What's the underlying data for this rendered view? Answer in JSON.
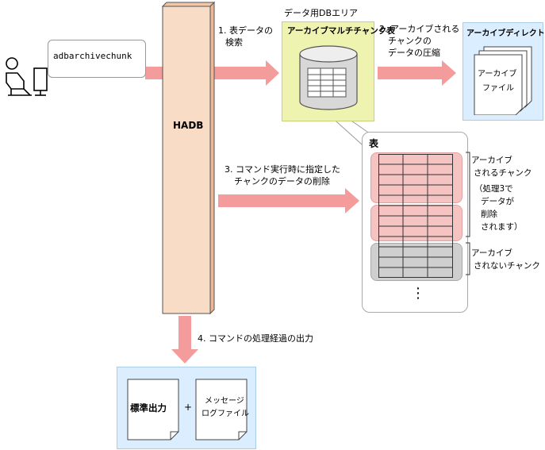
{
  "actor": {
    "command_label": "adbarchivechunk"
  },
  "hadb": {
    "label": "HADB"
  },
  "db_area": {
    "caption": "データ用DBエリア",
    "table_title": "アーカイブマルチチャンク表"
  },
  "archive_dir": {
    "title": "アーカイブディレクトリ",
    "file_label_line1": "アーカイブ",
    "file_label_line2": "ファイル"
  },
  "steps": {
    "step1_line1": "1. 表データの",
    "step1_line2": "検索",
    "step2_line1": "2. アーカイブされる",
    "step2_line2": "チャンクの",
    "step2_line3": "データの圧縮",
    "step3_line1": "3. コマンド実行時に指定した",
    "step3_line2": "チャンクのデータの削除",
    "step4": "4. コマンドの処理経過の出力"
  },
  "table_panel": {
    "title": "表",
    "archived_label_line1": "アーカイブ",
    "archived_label_line2": "されるチャンク",
    "archived_note_line1": "（処理3で",
    "archived_note_line2": "データが",
    "archived_note_line3": "削除",
    "archived_note_line4": "されます）",
    "not_archived_line1": "アーカイブ",
    "not_archived_line2": "されないチャンク",
    "ellipsis": "⋮"
  },
  "output": {
    "std_output": "標準出力",
    "plus": "+",
    "msg_log_line1": "メッセージ",
    "msg_log_line2": "ログファイル"
  },
  "colors": {
    "arrow": "#f49b9b",
    "hadb_fill": "#f9dcc6",
    "db_area_fill": "#eef3b0",
    "dir_fill": "#dbeeff",
    "chunk_archived": "#f6c3c3",
    "chunk_not_archived": "#cfcfcf"
  }
}
